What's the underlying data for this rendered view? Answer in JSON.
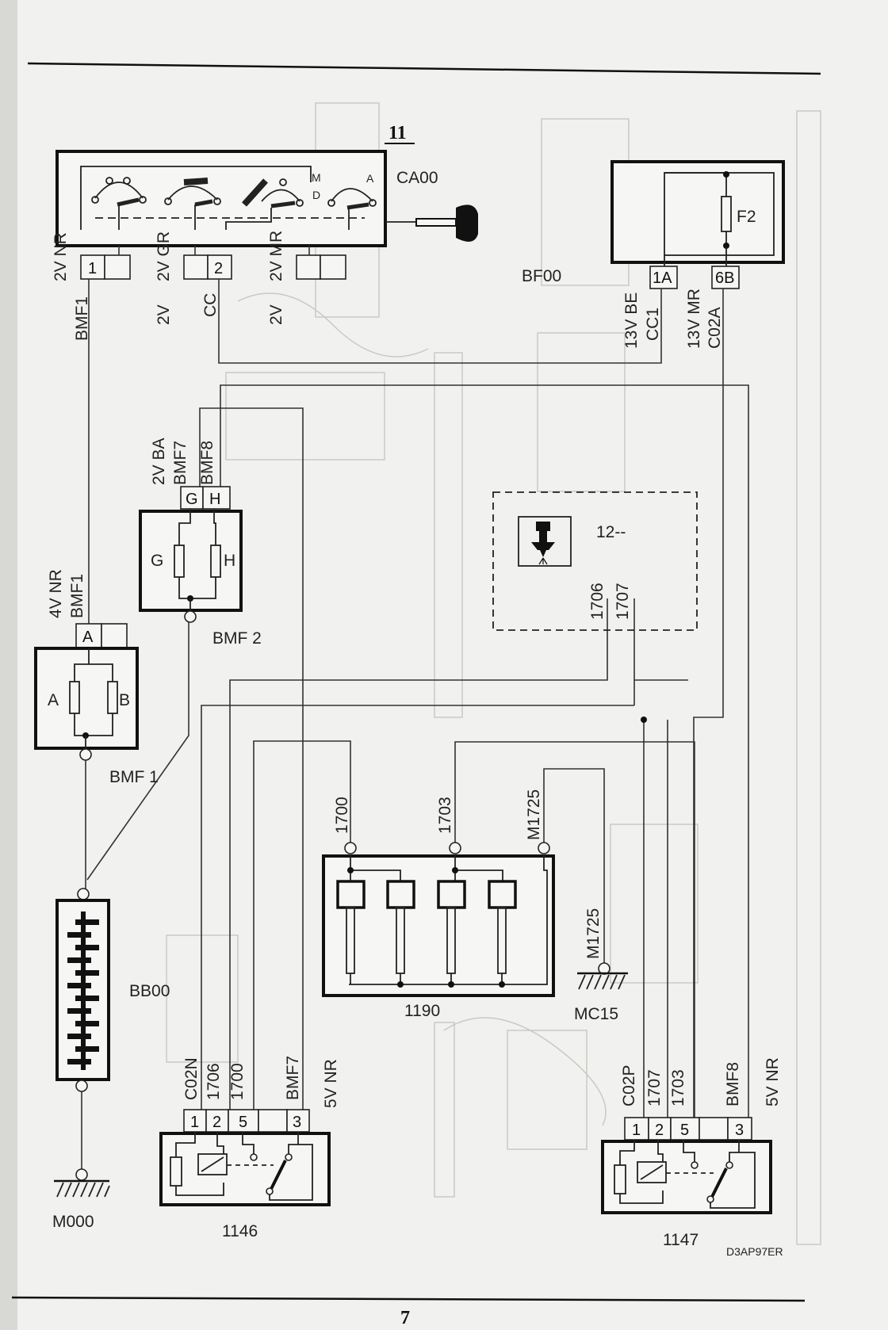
{
  "page": {
    "number": "7",
    "section": "11",
    "drawing_code": "D3AP97ER"
  },
  "components": {
    "ca00": "CA00",
    "bf00": "BF00",
    "f2": "F2",
    "bmf1": "BMF 1",
    "bmf2": "BMF 2",
    "bb00": "BB00",
    "m000": "M000",
    "mc15": "MC15",
    "c1190": "1190",
    "c1146": "1146",
    "c1147": "1147",
    "injector": "12--",
    "fuse_a": "A",
    "fuse_b": "B",
    "fuse_g": "G",
    "fuse_h": "H",
    "switch_m": "M",
    "switch_a": "A",
    "switch_d": "D"
  },
  "connectors": {
    "ca00_pin1": "1",
    "ca00_pin2": "2",
    "bf00_pin1a": "1A",
    "bf00_pin6b": "6B",
    "bmf2_pin_g": "G",
    "bmf2_pin_h": "H",
    "bmf1_pin_a": "A",
    "r1146_pins": [
      "1",
      "2",
      "5",
      "3"
    ],
    "r1147_pins": [
      "1",
      "2",
      "5",
      "3"
    ]
  },
  "wires": {
    "ca00_1": {
      "conn": "2V NR",
      "wire": "BMF1"
    },
    "ca00_2": {
      "conn": "2V GR",
      "wire": "CC"
    },
    "ca00_3": {
      "conn": "2V MR"
    },
    "bf00_1a": {
      "conn": "13V BE",
      "wire": "CC1"
    },
    "bf00_6b": {
      "conn": "13V MR",
      "wire": "C02A"
    },
    "bmf2_in": {
      "conn": "2V BA",
      "wire_g": "BMF7",
      "wire_h": "BMF8"
    },
    "bmf1_in": {
      "conn": "4V NR",
      "wire": "BMF1"
    },
    "inj_1706": "1706",
    "inj_1707": "1707",
    "c1190_1700": "1700",
    "c1190_1703": "1703",
    "c1190_m1725": "M1725",
    "mc15_m1725": "M1725",
    "r1146": {
      "w1": "C02N",
      "w2": "1706",
      "w5": "1700",
      "w3": "BMF7",
      "conn": "5V NR"
    },
    "r1147": {
      "w1": "C02P",
      "w2": "1707",
      "w5": "1703",
      "w3": "BMF8",
      "conn": "5V NR"
    }
  }
}
